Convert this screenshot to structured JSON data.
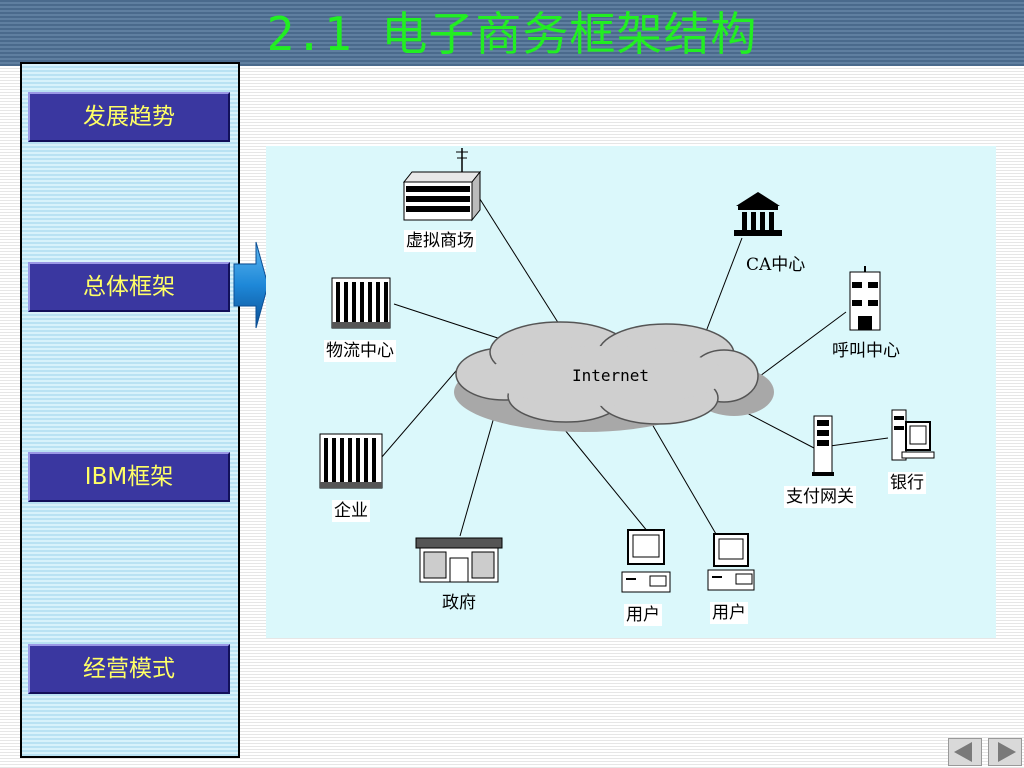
{
  "title": "2.1 电子商务框架结构",
  "sidebar": {
    "items": [
      {
        "label": "发展趋势"
      },
      {
        "label": "总体框架"
      },
      {
        "label": "IBM框架"
      },
      {
        "label": "经营模式"
      }
    ]
  },
  "diagram": {
    "cloud_label": "Internet",
    "nodes": {
      "virtual_mall": "虚拟商场",
      "ca_center": "CA中心",
      "logistics_center": "物流中心",
      "call_center": "呼叫中心",
      "enterprise": "企业",
      "payment_gateway": "支付网关",
      "bank": "银行",
      "government": "政府",
      "user1": "用户",
      "user2": "用户"
    }
  },
  "colors": {
    "title": "#22ee22",
    "nav_button": "#3a37a0",
    "nav_text": "#ffff66",
    "diagram_bg": "#dbf8fb",
    "pointer_arrow": "#1e88d8"
  },
  "icons": {
    "pointer": "right-arrow-icon",
    "prev": "prev-slide-icon",
    "next": "next-slide-icon"
  }
}
